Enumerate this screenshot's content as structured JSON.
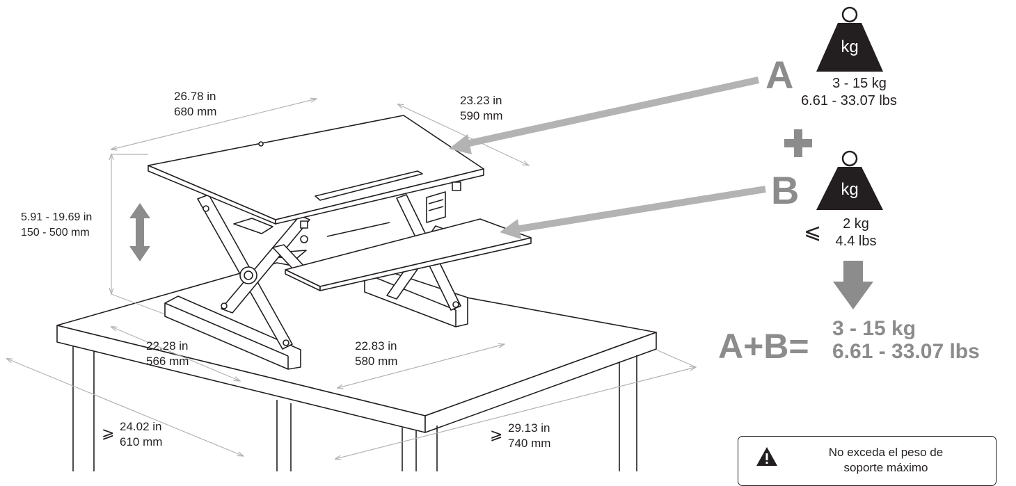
{
  "dimensions": {
    "top_width_in": "26.78 in",
    "top_width_mm": "680 mm",
    "top_depth_in": "23.23 in",
    "top_depth_mm": "590 mm",
    "height_in": "5.91 - 19.69 in",
    "height_mm": "150 - 500 mm",
    "base_width_in": "22.28 in",
    "base_width_mm": "566 mm",
    "base_depth_in": "22.83 in",
    "base_depth_mm": "580 mm",
    "table_depth_in": "24.02 in",
    "table_depth_mm": "610 mm",
    "table_width_in": "29.13 in",
    "table_width_mm": "740 mm",
    "min_symbol": "⩾"
  },
  "load_a": {
    "letter": "A",
    "unit_label": "kg",
    "range_kg": "3 - 15 kg",
    "range_lbs": "6.61 - 33.07 lbs"
  },
  "load_b": {
    "letter": "B",
    "unit_label": "kg",
    "max_symbol": "⩽",
    "max_kg": "2 kg",
    "max_lbs": "4.4 lbs"
  },
  "total": {
    "label": "A+B=",
    "range_kg": "3 - 15 kg",
    "range_lbs": "6.61 - 33.07 lbs"
  },
  "warning": {
    "text_line1": "No exceda el peso de",
    "text_line2": "soporte máximo",
    "icon": "warning-triangle-icon"
  },
  "colors": {
    "line": "#231f20",
    "accent_gray": "#8c8c8c",
    "dim_line": "#b3b3b3"
  }
}
